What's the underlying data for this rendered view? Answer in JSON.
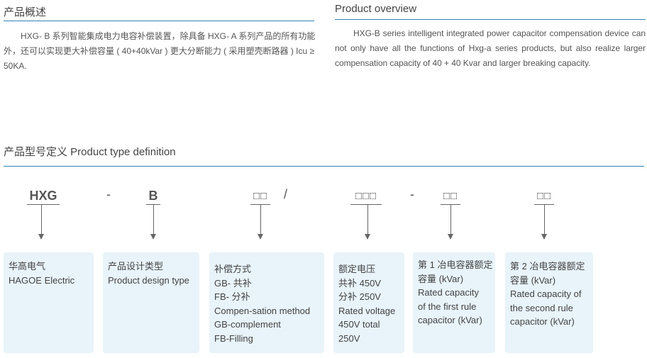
{
  "overview_cn": {
    "title": "产品概述",
    "paragraph": "HXG- B 系列智能集成电力电容补偿装置，除具备 HXG- A 系列产品的所有功能外，还可以实现更大补偿容量 ( 40+40kVar ) 更大分断能力 ( 采用塑壳断路器 ) Icu ≥ 50KA."
  },
  "overview_en": {
    "title": "Product overview",
    "paragraph": "HXG-B series intelligent integrated power capacitor compensation device can not only have all the functions of Hxg-a series products, but also realize larger compensation capacity of 40 + 40 Kvar and larger breaking capacity."
  },
  "definition": {
    "title": "产品型号定义 Product type definition",
    "codes": [
      "HXG",
      "-",
      "B",
      "□□",
      "/",
      "□□□",
      "-",
      "□□",
      "□□"
    ],
    "boxes": [
      {
        "lines": [
          "华高电气",
          "HAGOE Electric"
        ]
      },
      {
        "lines": [
          "产品设计类型",
          "Product design type"
        ]
      },
      {
        "lines": [
          "补偿方式",
          "GB- 共补",
          "FB- 分补",
          "Compen-sation method",
          "GB-complement",
          "FB-Filling"
        ]
      },
      {
        "lines": [
          "额定电压",
          "共补 450V",
          "分补 250V",
          "Rated voltage",
          "450V total",
          "250V"
        ]
      },
      {
        "lines": [
          "第 1 冶电容器额定",
          "容量 (kVar)",
          "Rated capacity",
          "of the first rule",
          "capacitor (kVar)"
        ]
      },
      {
        "lines": [
          "第 2 冶电容器额定",
          "容量 (kVar)",
          "Rated capacity of",
          "the second rule",
          "capacitor (kVar)"
        ]
      }
    ]
  },
  "colors": {
    "rule": "#2f84b2",
    "box_background": "#e8f3fa",
    "text": "#555555"
  }
}
